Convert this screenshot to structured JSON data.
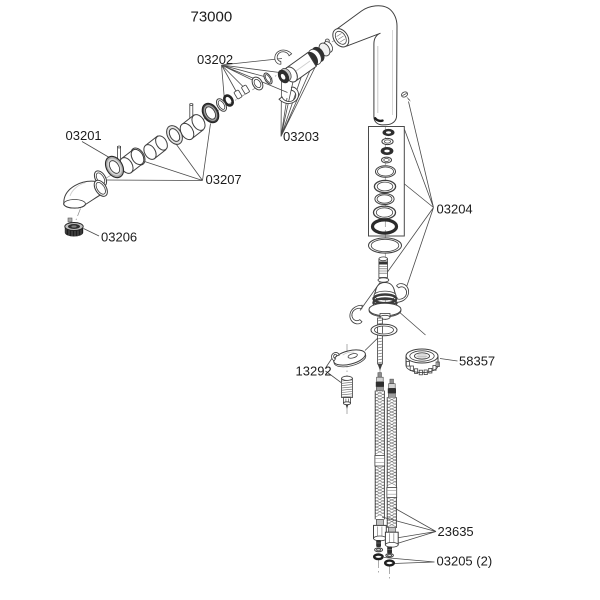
{
  "diagram": {
    "model": "73000",
    "background": "#ffffff",
    "line_color": "#3f3f3f",
    "text_color": "#1c1c1c",
    "labels": {
      "l73000": "73000",
      "l03201": "03201",
      "l03202": "03202",
      "l03203": "03203",
      "l03204": "03204",
      "l03205": "03205 (2)",
      "l03206": "03206",
      "l03207": "03207",
      "l13292": "13292",
      "l23635": "23635",
      "l58357": "58357"
    }
  }
}
